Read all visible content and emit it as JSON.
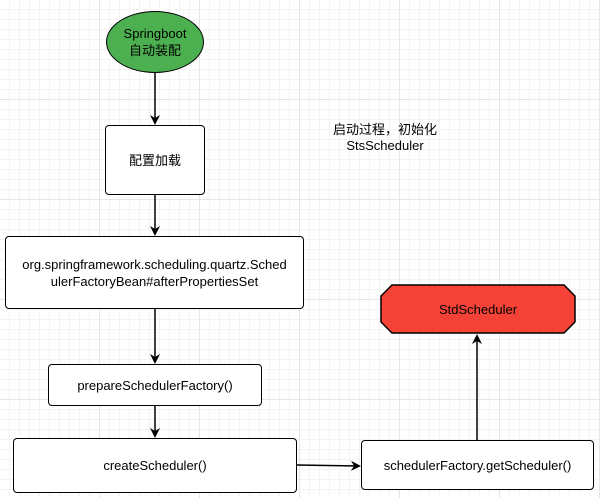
{
  "diagram": {
    "nodes": {
      "start": {
        "line1": "Springboot",
        "line2": "自动装配",
        "fill": "#4caf50"
      },
      "config_load": {
        "label": "配置加载"
      },
      "after_properties_set": {
        "label": "org.springframework.scheduling.quartz.SchedulerFactoryBean#afterPropertiesSet"
      },
      "prepare": {
        "label": "prepareSchedulerFactory()"
      },
      "create": {
        "label": "createScheduler()"
      },
      "get_scheduler": {
        "label": "schedulerFactory.getScheduler()"
      },
      "std_scheduler": {
        "label": "StdScheduler",
        "fill": "#f44336"
      }
    },
    "note": {
      "line1": "启动过程，初始化",
      "line2": "StsScheduler"
    },
    "edges": [
      {
        "from": "start",
        "to": "config_load"
      },
      {
        "from": "config_load",
        "to": "after_properties_set"
      },
      {
        "from": "after_properties_set",
        "to": "prepare"
      },
      {
        "from": "prepare",
        "to": "create"
      },
      {
        "from": "create",
        "to": "get_scheduler"
      },
      {
        "from": "get_scheduler",
        "to": "std_scheduler"
      }
    ]
  }
}
